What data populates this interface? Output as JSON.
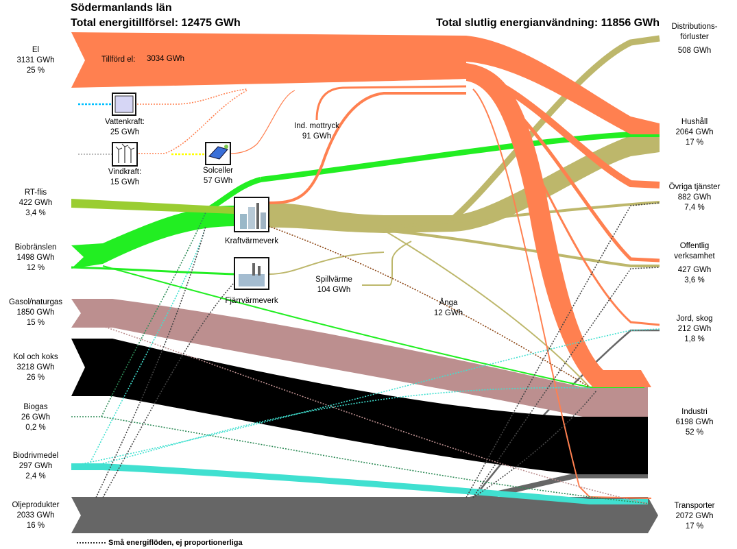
{
  "header": {
    "region": "Södermanlands län",
    "total_supply": "Total energitillförsel: 12475 GWh",
    "total_use": "Total slutlig energianvändning:  11856 GWh"
  },
  "sources": {
    "el": {
      "name": "El",
      "value": "3131 GWh",
      "share": "25 %"
    },
    "rtflis": {
      "name": "RT-flis",
      "value": "422 GWh",
      "share": "3,4 %"
    },
    "biobransle": {
      "name": "Biobränslen",
      "value": "1498 GWh",
      "share": "12 %"
    },
    "gasol": {
      "name": "Gasol/naturgas",
      "value": "1850 GWh",
      "share": "15 %"
    },
    "kol": {
      "name": "Kol och koks",
      "value": "3218 GWh",
      "share": "26 %"
    },
    "biogas": {
      "name": "Biogas",
      "value": "26 GWh",
      "share": "0,2 %"
    },
    "biodrivmedel": {
      "name": "Biodrivmedel",
      "value": "297 GWh",
      "share": "2,4 %"
    },
    "olja": {
      "name": "Oljeprodukter",
      "value": "2033 GWh",
      "share": "16 %"
    }
  },
  "targets": {
    "distribution": {
      "name_1": "Distributions-",
      "name_2": "förluster",
      "value": "508 GWh"
    },
    "hushall": {
      "name": "Hushåll",
      "value": "2064 GWh",
      "share": "17 %"
    },
    "ovriga": {
      "name": "Övriga tjänster",
      "value": "882 GWh",
      "share": "7,4 %"
    },
    "offentlig": {
      "name_1": "Offentlig",
      "name_2": "verksamhet",
      "value": "427 GWh",
      "share": "3,6 %"
    },
    "jord": {
      "name": "Jord, skog",
      "value": "212 GWh",
      "share": "1,8 %"
    },
    "industri": {
      "name": "Industri",
      "value": "6198 GWh",
      "share": "52 %"
    },
    "transporter": {
      "name": "Transporter",
      "value": "2072 GWh",
      "share": "17 %"
    }
  },
  "inner": {
    "tillford_el_label": "Tillförd el:",
    "tillford_el_value": "3034 GWh",
    "vattenkraft": {
      "name": "Vattenkraft:",
      "value": "25 GWh"
    },
    "vindkraft": {
      "name": "Vindkraft:",
      "value": "15 GWh"
    },
    "solceller": {
      "name": "Solceller",
      "value": "57 GWh"
    },
    "ind_mottryck": {
      "name": "Ind. mottryck",
      "value": "91 GWh"
    },
    "kraftvarmeverk": "Kraftvärmeverk",
    "fjarrvarmeverk": "Fjärrvärmeverk",
    "spillvarme": {
      "name": "Spillvärme",
      "value": "104 GWh"
    },
    "anga": {
      "name": "Ånga",
      "value": "12 GWh"
    }
  },
  "legend": "Små energiflöden, ej proportionerliga",
  "colors": {
    "el": "#FF8050",
    "heat": "#BDB76B",
    "bio": "#22EE22",
    "rtflis": "#9ACD32",
    "gas": "#BC8F8F",
    "coal": "#000000",
    "biodrivmedel": "#40E0D0",
    "oil": "#666666",
    "hydro": "#00BFFF",
    "solar": "#FFFF00"
  }
}
